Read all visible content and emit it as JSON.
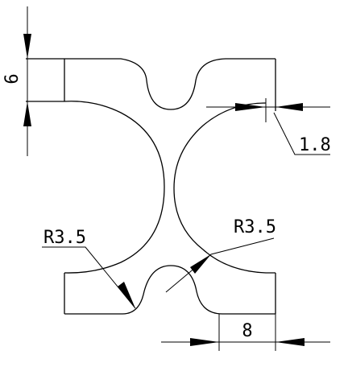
{
  "dimensions": {
    "height_left": "6",
    "offset_right": "1.8",
    "radius_left": "R3.5",
    "radius_right": "R3.5",
    "width_bottom": "8"
  },
  "colors": {
    "line": "#000000",
    "background": "#ffffff"
  }
}
